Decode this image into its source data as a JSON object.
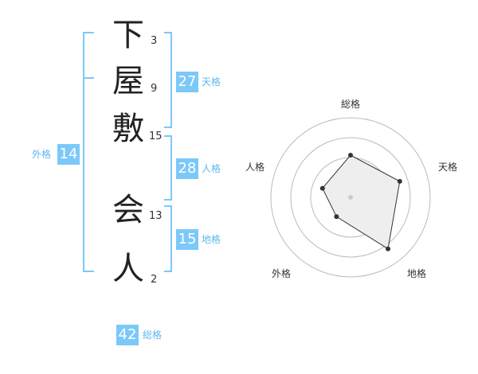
{
  "name_characters": [
    {
      "char": "下",
      "strokes": "3"
    },
    {
      "char": "屋",
      "strokes": "9"
    },
    {
      "char": "敷",
      "strokes": "15"
    },
    {
      "char": "会",
      "strokes": "13"
    },
    {
      "char": "人",
      "strokes": "2"
    }
  ],
  "fortunes": {
    "gaikaku": {
      "value": "14",
      "label": "外格"
    },
    "tenkaku": {
      "value": "27",
      "label": "天格"
    },
    "jinkaku": {
      "value": "28",
      "label": "人格"
    },
    "chikaku": {
      "value": "15",
      "label": "地格"
    },
    "soukaku": {
      "value": "42",
      "label": "総格"
    }
  },
  "chart_data": {
    "type": "radar",
    "axes": [
      "総格",
      "天格",
      "地格",
      "外格",
      "人格"
    ],
    "values": [
      0.53,
      0.65,
      0.8,
      0.3,
      0.37
    ],
    "rings": 4,
    "colors": {
      "fill": "#eeeeee",
      "line": "#333333",
      "point": "#333333",
      "grid": "#bbbbbb",
      "center": "#cccccc"
    }
  }
}
